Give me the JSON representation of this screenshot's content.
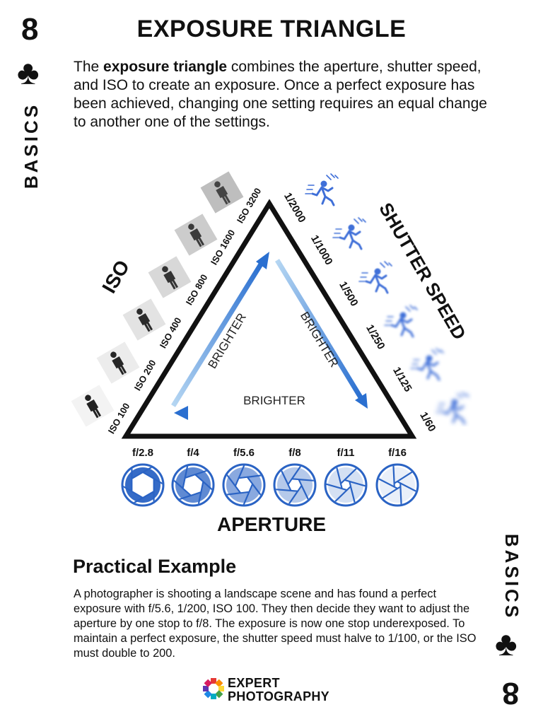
{
  "card": {
    "rank": "8",
    "suit_symbol": "♣",
    "category": "BASICS"
  },
  "title": "EXPOSURE TRIANGLE",
  "intro": {
    "before": "The ",
    "bold": "exposure triangle",
    "after": " combines the aperture, shutter speed, and ISO to create an exposure. Once a perfect exposure has been achieved, changing one setting requires an equal change to another one of the settings."
  },
  "diagram": {
    "iso_label": "ISO",
    "shutter_label": "SHUTTER SPEED",
    "aperture_label": "APERTURE",
    "brighter_label": "BRIGHTER",
    "iso_values": [
      "ISO 100",
      "ISO 200",
      "ISO 400",
      "ISO 800",
      "ISO 1600",
      "ISO 3200"
    ],
    "shutter_values": [
      "1/2000",
      "1/1000",
      "1/500",
      "1/250",
      "1/125",
      "1/60"
    ],
    "aperture_values": [
      "f/2.8",
      "f/4",
      "f/5.6",
      "f/8",
      "f/11",
      "f/16"
    ],
    "colors": {
      "arrow_light": "#9cc8ec",
      "arrow_dark": "#2a6fd0",
      "figure_blue": "#3f6fd8",
      "aperture_blue": "#2a63c4"
    }
  },
  "example": {
    "title": "Practical Example",
    "body": "A photographer is shooting a landscape scene and has found a perfect exposure with f/5.6, 1/200, ISO 100. They then decide they want to adjust the aperture by one stop to f/8. The exposure is now one stop underexposed. To maintain a perfect exposure, the shutter speed must halve to 1/100, or the ISO must double to 200."
  },
  "logo": {
    "line1": "EXPERT",
    "line2": "PHOTOGRAPHY"
  }
}
